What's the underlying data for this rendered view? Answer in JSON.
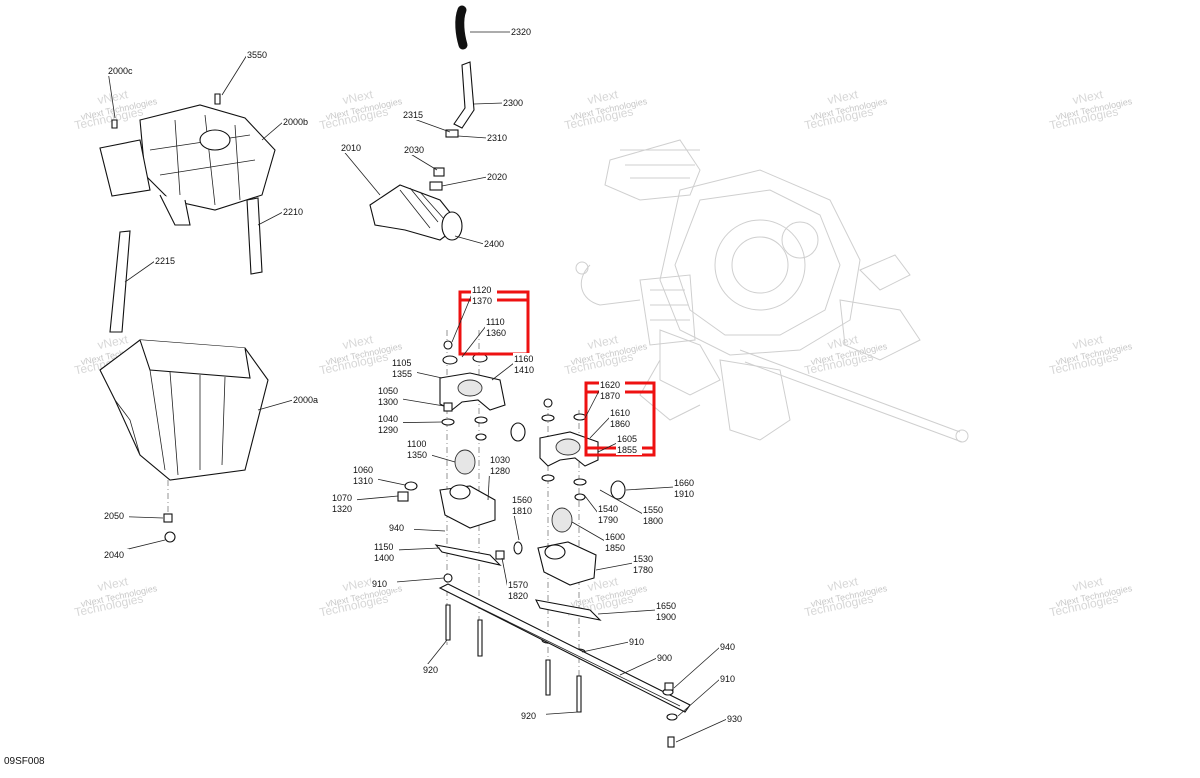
{
  "diagram_code": "09SF008",
  "watermark": {
    "line1": "vNext",
    "line2": "Technologies",
    "line3": "vNext Technologies"
  },
  "callouts": [
    {
      "id": "3550",
      "lines": [
        "3550"
      ]
    },
    {
      "id": "2000c",
      "lines": [
        "2000c"
      ]
    },
    {
      "id": "2000b",
      "lines": [
        "2000b"
      ]
    },
    {
      "id": "2210",
      "lines": [
        "2210"
      ]
    },
    {
      "id": "2215",
      "lines": [
        "2215"
      ]
    },
    {
      "id": "2000a",
      "lines": [
        "2000a"
      ]
    },
    {
      "id": "2050",
      "lines": [
        "2050"
      ]
    },
    {
      "id": "2040",
      "lines": [
        "2040"
      ]
    },
    {
      "id": "2320",
      "lines": [
        "2320"
      ]
    },
    {
      "id": "2300",
      "lines": [
        "2300"
      ]
    },
    {
      "id": "2315",
      "lines": [
        "2315"
      ]
    },
    {
      "id": "2310",
      "lines": [
        "2310"
      ]
    },
    {
      "id": "2010",
      "lines": [
        "2010"
      ]
    },
    {
      "id": "2030",
      "lines": [
        "2030"
      ]
    },
    {
      "id": "2020",
      "lines": [
        "2020"
      ]
    },
    {
      "id": "2400",
      "lines": [
        "2400"
      ]
    },
    {
      "id": "1120",
      "lines": [
        "1120",
        "1370"
      ]
    },
    {
      "id": "1110",
      "lines": [
        "1110",
        "1360"
      ]
    },
    {
      "id": "1160",
      "lines": [
        "1160",
        "1410"
      ]
    },
    {
      "id": "1105",
      "lines": [
        "1105",
        "1355"
      ]
    },
    {
      "id": "1050",
      "lines": [
        "1050",
        "1300"
      ]
    },
    {
      "id": "1040",
      "lines": [
        "1040",
        "1290"
      ]
    },
    {
      "id": "1100",
      "lines": [
        "1100",
        "1350"
      ]
    },
    {
      "id": "1030",
      "lines": [
        "1030",
        "1280"
      ]
    },
    {
      "id": "1060",
      "lines": [
        "1060",
        "1310"
      ]
    },
    {
      "id": "1070",
      "lines": [
        "1070",
        "1320"
      ]
    },
    {
      "id": "940a",
      "lines": [
        "940"
      ]
    },
    {
      "id": "1150",
      "lines": [
        "1150",
        "1400"
      ]
    },
    {
      "id": "910a",
      "lines": [
        "910"
      ]
    },
    {
      "id": "920a",
      "lines": [
        "920"
      ]
    },
    {
      "id": "1620",
      "lines": [
        "1620",
        "1870"
      ]
    },
    {
      "id": "1610",
      "lines": [
        "1610",
        "1860"
      ]
    },
    {
      "id": "1605",
      "lines": [
        "1605",
        "1855"
      ]
    },
    {
      "id": "1660",
      "lines": [
        "1660",
        "1910"
      ]
    },
    {
      "id": "1560",
      "lines": [
        "1560",
        "1810"
      ]
    },
    {
      "id": "1550",
      "lines": [
        "1550",
        "1800"
      ]
    },
    {
      "id": "1540",
      "lines": [
        "1540",
        "1790"
      ]
    },
    {
      "id": "1600",
      "lines": [
        "1600",
        "1850"
      ]
    },
    {
      "id": "1530",
      "lines": [
        "1530",
        "1780"
      ]
    },
    {
      "id": "1570",
      "lines": [
        "1570",
        "1820"
      ]
    },
    {
      "id": "1650",
      "lines": [
        "1650",
        "1900"
      ]
    },
    {
      "id": "910b",
      "lines": [
        "910"
      ]
    },
    {
      "id": "900",
      "lines": [
        "900"
      ]
    },
    {
      "id": "940b",
      "lines": [
        "940"
      ]
    },
    {
      "id": "910c",
      "lines": [
        "910"
      ]
    },
    {
      "id": "930",
      "lines": [
        "930"
      ]
    },
    {
      "id": "920b",
      "lines": [
        "920"
      ]
    }
  ],
  "colors": {
    "highlight": "#e11111",
    "line": "#222222",
    "ghost": "#cfcfcf"
  }
}
